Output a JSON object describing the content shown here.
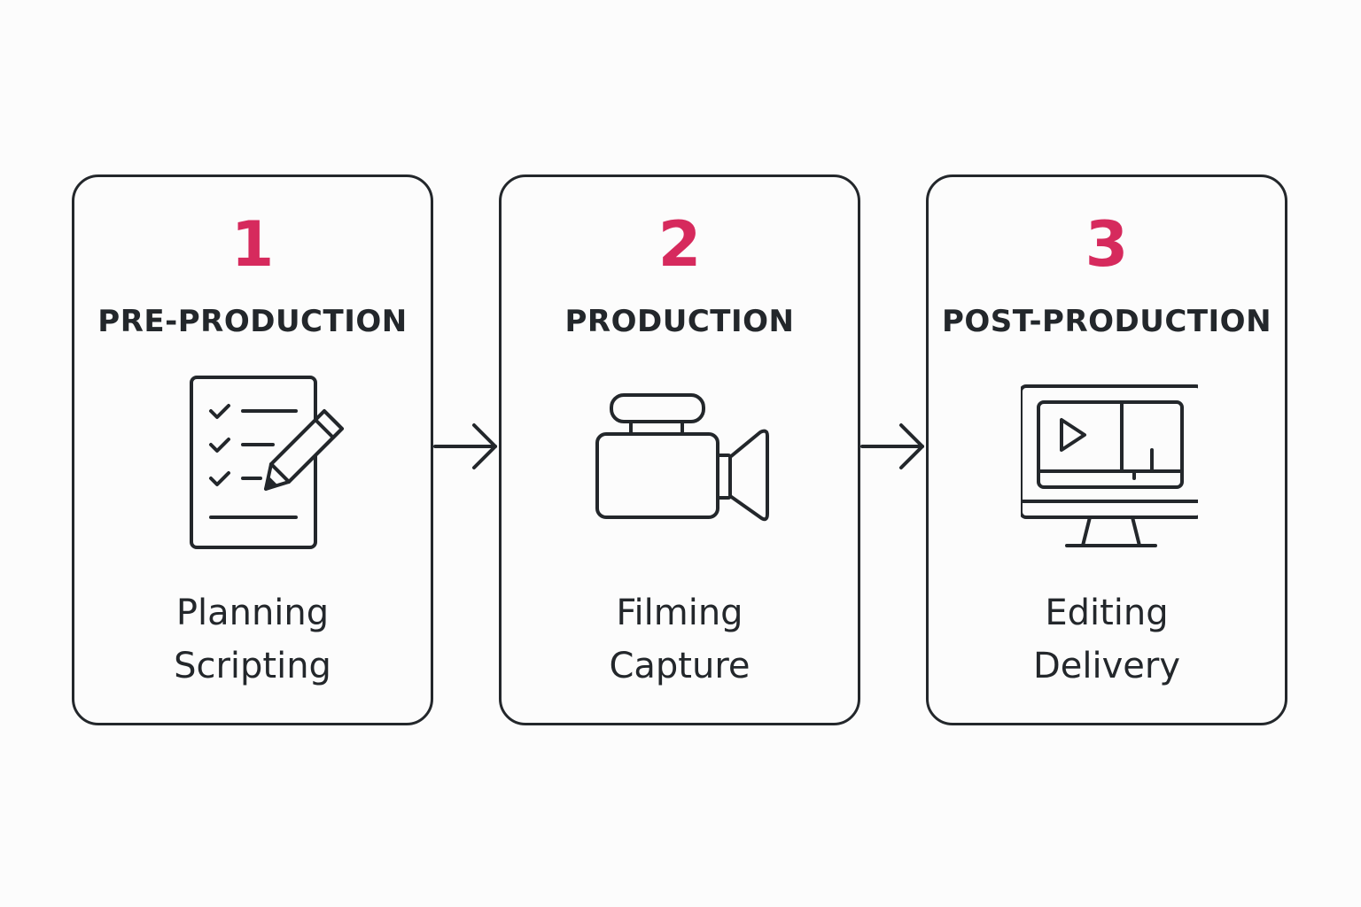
{
  "colors": {
    "accent": "#d62a5d",
    "ink": "#23272b",
    "background": "#fcfcfc"
  },
  "steps": [
    {
      "number": "1",
      "title": "PRE-PRODUCTION",
      "icon": "checklist-pencil-icon",
      "lines": [
        "Planning",
        "Scripting"
      ]
    },
    {
      "number": "2",
      "title": "PRODUCTION",
      "icon": "video-camera-icon",
      "lines": [
        "Filming",
        "Capture"
      ]
    },
    {
      "number": "3",
      "title": "POST-PRODUCTION",
      "icon": "monitor-video-editor-icon",
      "lines": [
        "Editing",
        "Delivery"
      ]
    }
  ]
}
